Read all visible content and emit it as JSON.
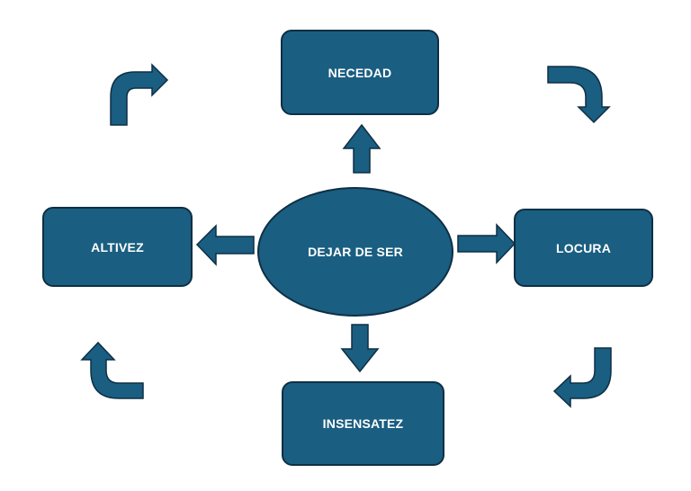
{
  "diagram": {
    "center": "DEJAR DE SER",
    "nodes": {
      "top": "NECEDAD",
      "right": "LOCURA",
      "bottom": "INSENSATEZ",
      "left": "ALTIVEZ"
    }
  },
  "colors": {
    "fill": "#1a5e81",
    "outline": "#0e2f45",
    "text": "#ffffff"
  },
  "icons": {
    "straight_arrows": [
      "arrow-up-icon",
      "arrow-right-icon",
      "arrow-down-icon",
      "arrow-left-icon"
    ],
    "cycle_arrows": [
      "bent-arrow-top-left-icon",
      "bent-arrow-top-right-icon",
      "bent-arrow-bottom-right-icon",
      "bent-arrow-bottom-left-icon"
    ]
  }
}
